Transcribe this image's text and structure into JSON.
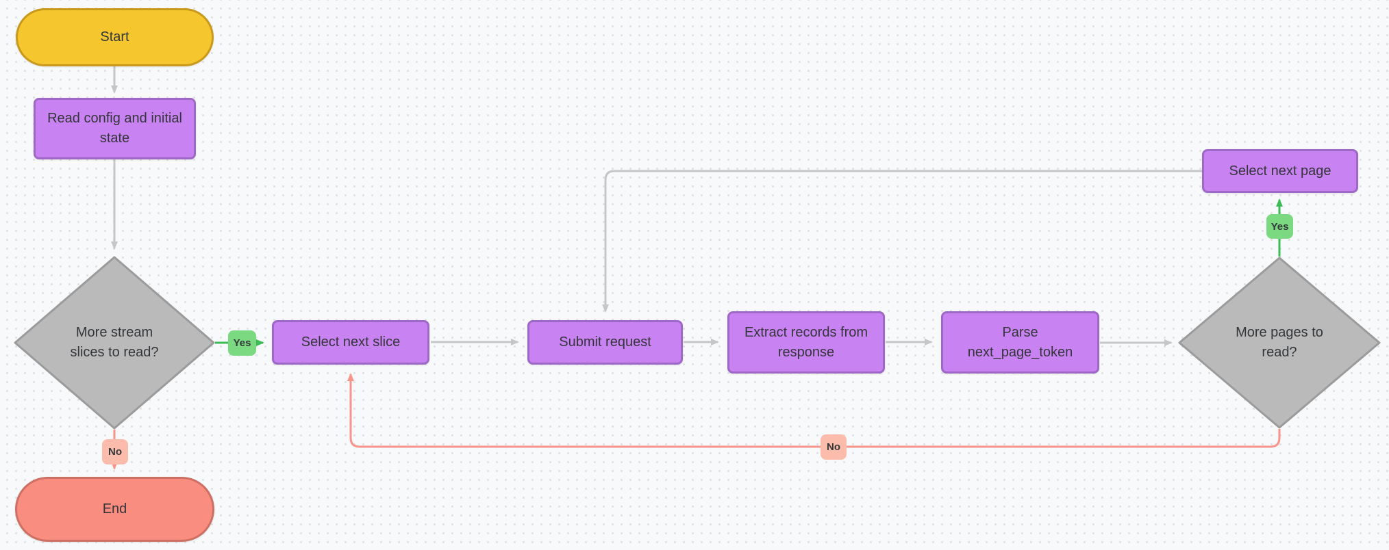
{
  "diagram": {
    "title_hint": "connector read flowchart",
    "nodes": {
      "start": {
        "label": "Start",
        "type": "terminal"
      },
      "read_config": {
        "label": "Read config and initial\nstate",
        "type": "process"
      },
      "more_slices": {
        "label": "More stream\nslices to read?",
        "type": "decision"
      },
      "select_next_slice": {
        "label": "Select next slice",
        "type": "process"
      },
      "submit_request": {
        "label": "Submit request",
        "type": "process"
      },
      "extract_records": {
        "label": "Extract records from\nresponse",
        "type": "process"
      },
      "parse_token": {
        "label": "Parse\nnext_page_token",
        "type": "process"
      },
      "more_pages": {
        "label": "More pages to\nread?",
        "type": "decision"
      },
      "select_next_page": {
        "label": "Select next page",
        "type": "process"
      },
      "end": {
        "label": "End",
        "type": "terminal"
      }
    },
    "edge_labels": {
      "yes_slices": "Yes",
      "no_slices": "No",
      "yes_pages": "Yes",
      "no_pages": "No"
    },
    "colors": {
      "background": "#F8F9FA",
      "grid_dot": "#E0E1E4",
      "process_fill": "#C982F2",
      "process_border": "#9D68C6",
      "start_fill": "#F6C62F",
      "start_border": "#C8991B",
      "end_fill": "#F98D80",
      "end_border": "#CE6F64",
      "decision_fill": "#BABABB",
      "decision_border": "#9B9B9B",
      "edge_gray": "#C5C6C8",
      "edge_green": "#3DBB57",
      "edge_red": "#F9948B",
      "label_yes_fill": "#7BD981",
      "label_no_fill": "#FBBCAB",
      "text": "#333639"
    }
  }
}
